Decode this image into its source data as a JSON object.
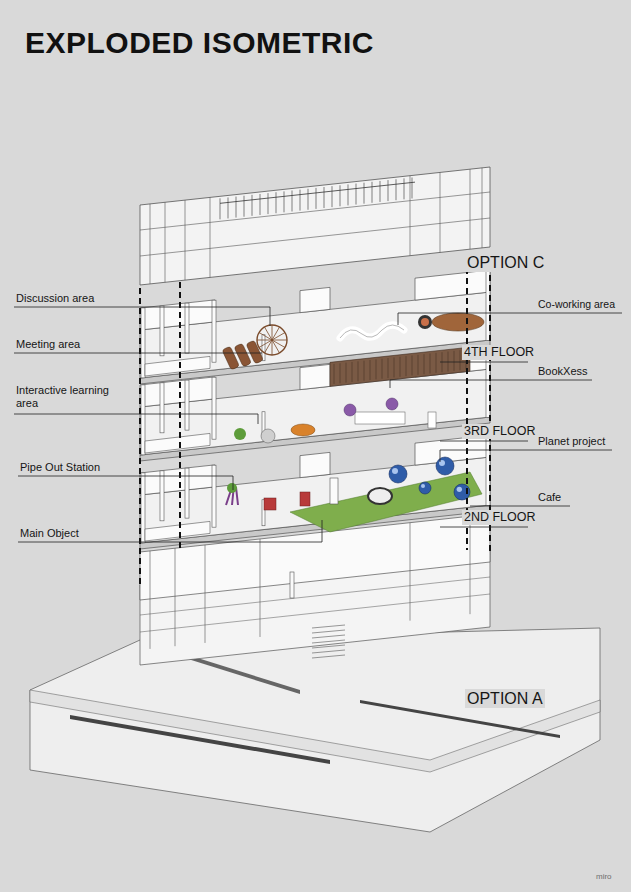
{
  "diagram": {
    "title": "EXPLODED ISOMETRIC",
    "labels": [
      "OPTION C",
      "Discussion area",
      "Co-working area",
      "Meeting area",
      "4TH FLOOR",
      "BookXess",
      "Interactive learning area",
      "3RD FLOOR",
      "Planet project",
      "Pipe Out Station",
      "Cafe",
      "2ND FLOOR",
      "Main Object",
      "OPTION A",
      "miro"
    ]
  }
}
